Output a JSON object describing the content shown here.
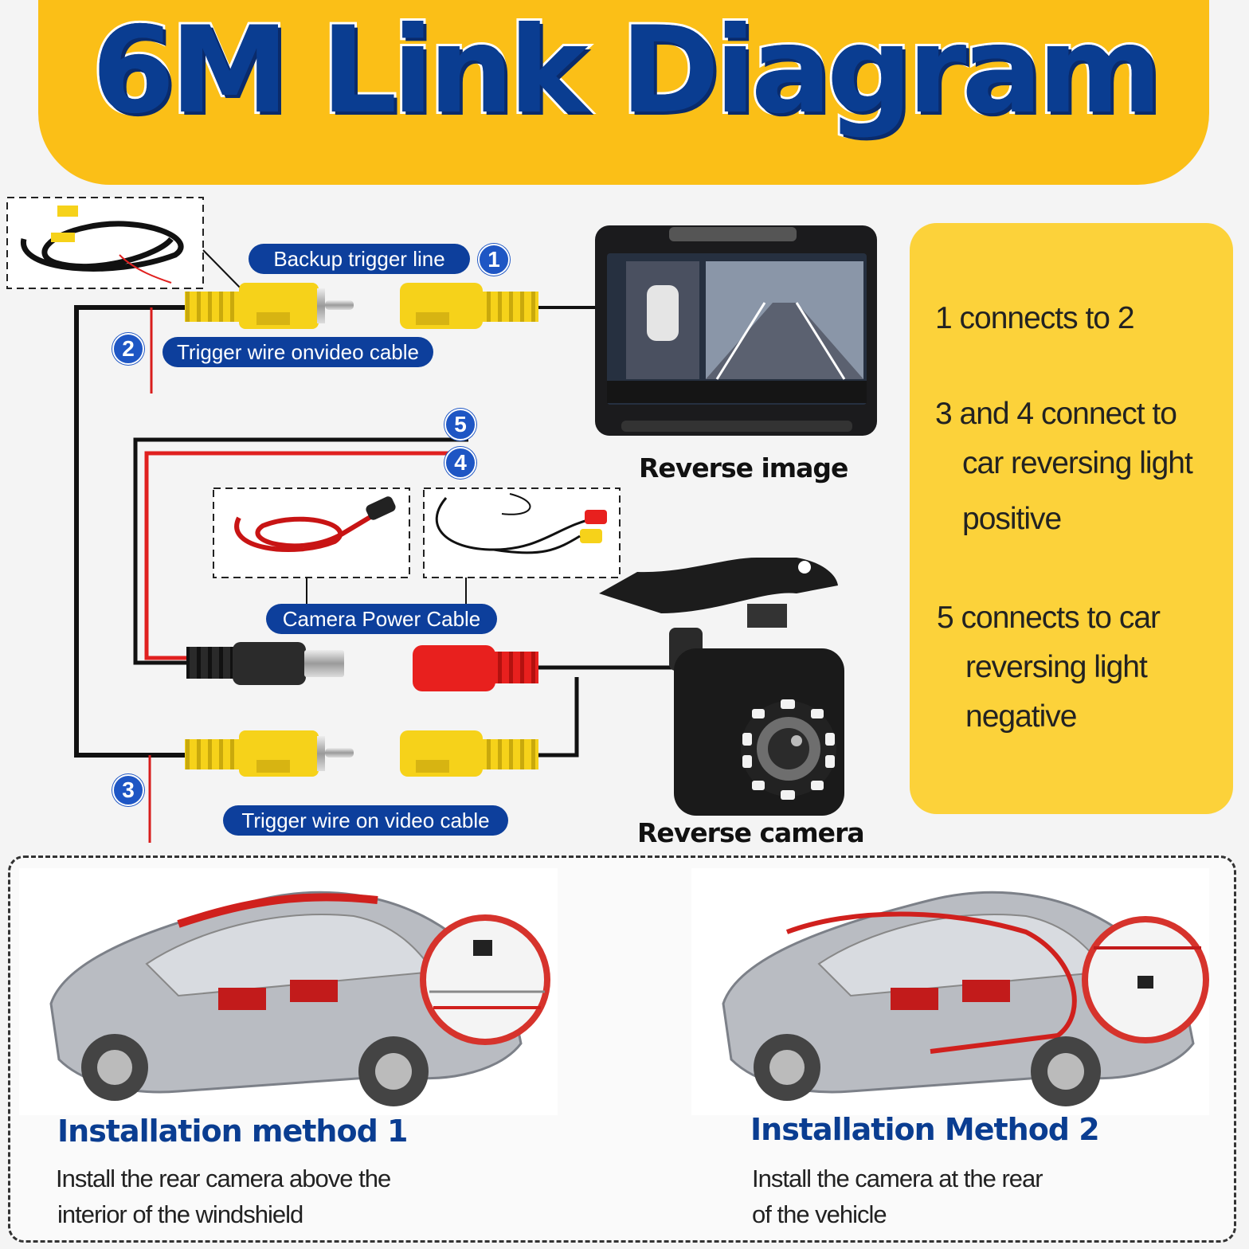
{
  "title": "6M Link Diagram",
  "labels": {
    "backup_trigger": "Backup trigger line",
    "trigger_wire_1": "Trigger wire onvideo cable",
    "camera_power": "Camera Power Cable",
    "trigger_wire_2": "Trigger wire on video cable"
  },
  "numbers": [
    "1",
    "2",
    "3",
    "4",
    "5"
  ],
  "captions": {
    "reverse_image": "Reverse image",
    "reverse_camera": "Reverse camera"
  },
  "notes": {
    "n1": "1 connects to 2",
    "n2a": "3 and 4 connect to",
    "n2b": "car reversing light",
    "n2c": "positive",
    "n3a": "5 connects to car",
    "n3b": "reversing light",
    "n3c": "negative"
  },
  "methods": [
    {
      "title": "Installation method 1",
      "line1": "Install the rear camera above the",
      "line2": "interior of the windshield"
    },
    {
      "title": "Installation Method 2",
      "line1": "Install the camera at the rear",
      "line2": "of the vehicle"
    }
  ],
  "colors": {
    "banner": "#fbbf17",
    "title_blue": "#0a3d91",
    "pill_blue": "#0d3f9c",
    "notes_panel": "#fcd23a",
    "rca_yellow": "#f6d21a",
    "wire_red": "#e0201f"
  }
}
